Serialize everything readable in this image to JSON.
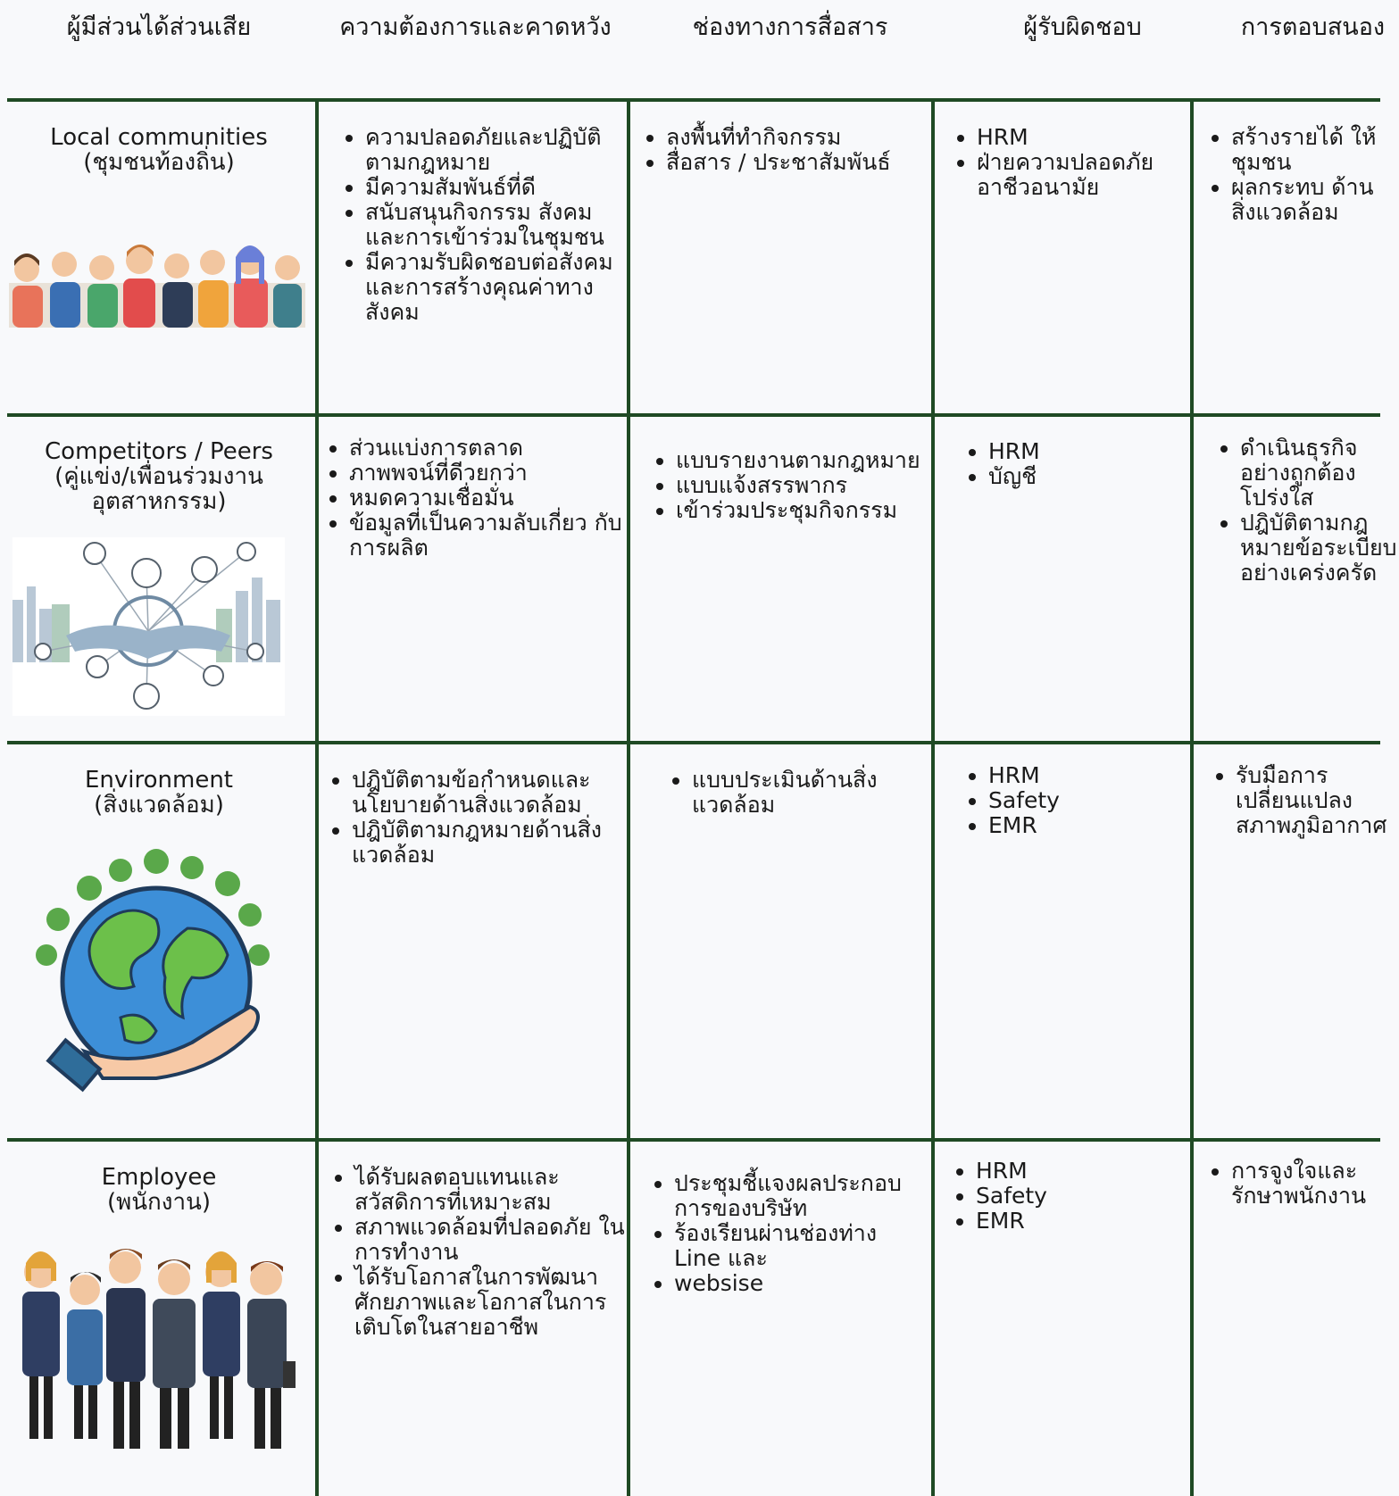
{
  "headers": [
    "ผู้มีส่วนได้ส่วนเสีย",
    "ความต้องการและคาดหวัง",
    "ช่องทางการสื่อสาร",
    "ผู้รับผิดชอบ",
    "การตอบสนอง"
  ],
  "rows": [
    {
      "name": "Local communities",
      "name_th": "(ชุมชนท้องถิ่น)",
      "illustration": "crowd-of-people-illustration",
      "needs": [
        "ความปลอดภัยและปฏิบัติตามกฎหมาย",
        "มีความสัมพันธ์ที่ดี",
        "สนับสนุนกิจกรรม สังคม และการเข้าร่วมในชุมชน",
        "มีความรับผิดชอบต่อสังคม และการสร้างคุณค่าทางสังคม"
      ],
      "channels": [
        "ลงพื้นที่ทำกิจกรรม",
        "สื่อสาร / ประชาสัมพันธ์"
      ],
      "owners": [
        "HRM",
        "ฝ่ายความปลอดภัย อาชีวอนามัย"
      ],
      "responses": [
        "สร้างรายได้ ให้ชุมชน",
        "ผลกระทบ ด้านสิ่งแวดล้อม"
      ]
    },
    {
      "name": "Competitors / Peers",
      "name_th": "(คู่แข่ง/เพื่อนร่วมงาน อุตสาหกรรม)",
      "illustration": "handshake-network-illustration",
      "needs": [
        "ส่วนแบ่งการตลาด",
        "ภาพพจน์ที่ดีวยกว่า",
        "หมดความเชื่อมั่น",
        "ข้อมูลที่เป็นความลับเกี่ยว กับการผลิต"
      ],
      "channels": [
        "แบบรายงานตามกฎหมาย",
        "แบบแจ้งสรรพากร",
        "เข้าร่วมประชุมกิจกรรม"
      ],
      "owners": [
        "HRM",
        "บัญชี"
      ],
      "responses": [
        "ดำเนินธุรกิจ อย่างถูกต้อง โปร่งใส",
        "ปฎิบัติตามกฎ หมายข้อระเบียบ อย่างเคร่งครัด"
      ]
    },
    {
      "name": "Environment",
      "name_th": "(สิ่งแวดล้อม)",
      "illustration": "earth-in-hand-illustration",
      "needs": [
        "ปฎิบัติตามข้อกำหนดและ นโยบายด้านสิ่งแวดล้อม",
        "ปฎิบัติตามกฎหมายด้านสิ่ง แวดล้อม"
      ],
      "channels": [
        "แบบประเมินด้านสิ่ง แวดล้อม"
      ],
      "owners": [
        "HRM",
        "Safety",
        "EMR"
      ],
      "responses": [
        "รับมือการ เปลี่ยนแปลง สภาพภูมิอากาศ"
      ]
    },
    {
      "name": "Employee",
      "name_th": "(พนักงาน)",
      "illustration": "business-team-illustration",
      "needs": [
        "ได้รับผลตอบแทนและ สวัสดิการที่เหมาะสม",
        "สภาพแวดล้อมที่ปลอดภัย ในการทำงาน",
        "ได้รับโอกาสในการพัฒนา ศักยภาพและโอกาสในการ เติบโตในสายอาชีพ"
      ],
      "channels": [
        "ประชุมชี้แจงผลประกอบ การของบริษัท",
        "ร้องเรียนผ่านช่องท่าง Line และ",
        "websise"
      ],
      "owners": [
        "HRM",
        "Safety",
        "EMR"
      ],
      "responses": [
        "การจูงใจและ รักษาพนักงาน"
      ]
    }
  ]
}
